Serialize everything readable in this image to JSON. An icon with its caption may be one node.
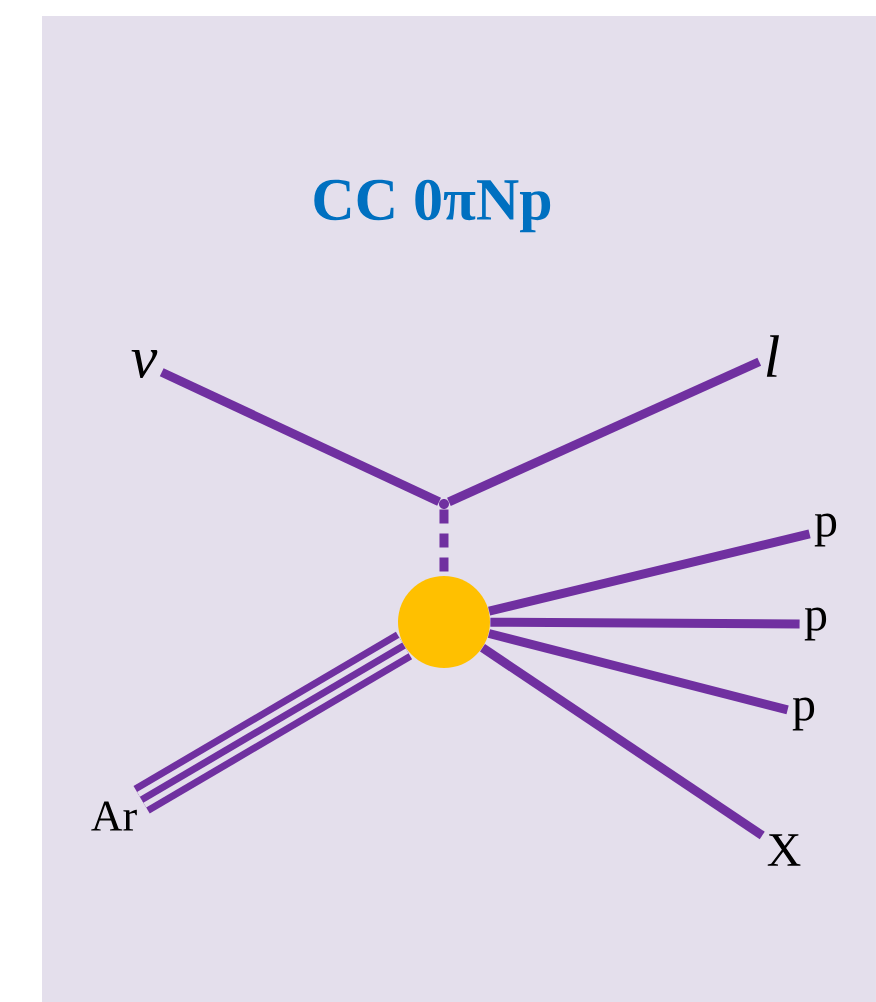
{
  "diagram": {
    "title": "CC 0πNp",
    "nodes": [
      {
        "text": [
          "ν"
        ]
      },
      {
        "text": [
          "l"
        ]
      },
      {
        "text": [],
        "shape": "point"
      },
      {
        "text": [],
        "shape": "circle"
      },
      {
        "text": [
          "Ar"
        ]
      },
      {
        "text": [
          "p"
        ]
      },
      {
        "text": [
          "p"
        ]
      },
      {
        "text": [
          "p"
        ]
      },
      {
        "text": [
          "X"
        ]
      }
    ],
    "edges": [
      {
        "from": 0,
        "to": 2,
        "arrow": "none"
      },
      {
        "from": 1,
        "to": 2,
        "arrow": "none"
      },
      {
        "from": 2,
        "to": 3,
        "arrow": "none",
        "style": "dashed"
      },
      {
        "from": 4,
        "to": 3,
        "arrow": "none",
        "style": "thick"
      },
      {
        "from": 3,
        "to": 5,
        "arrow": "none"
      },
      {
        "from": 3,
        "to": 6,
        "arrow": "none"
      },
      {
        "from": 3,
        "to": 7,
        "arrow": "none"
      },
      {
        "from": 3,
        "to": 8,
        "arrow": "none"
      }
    ]
  }
}
